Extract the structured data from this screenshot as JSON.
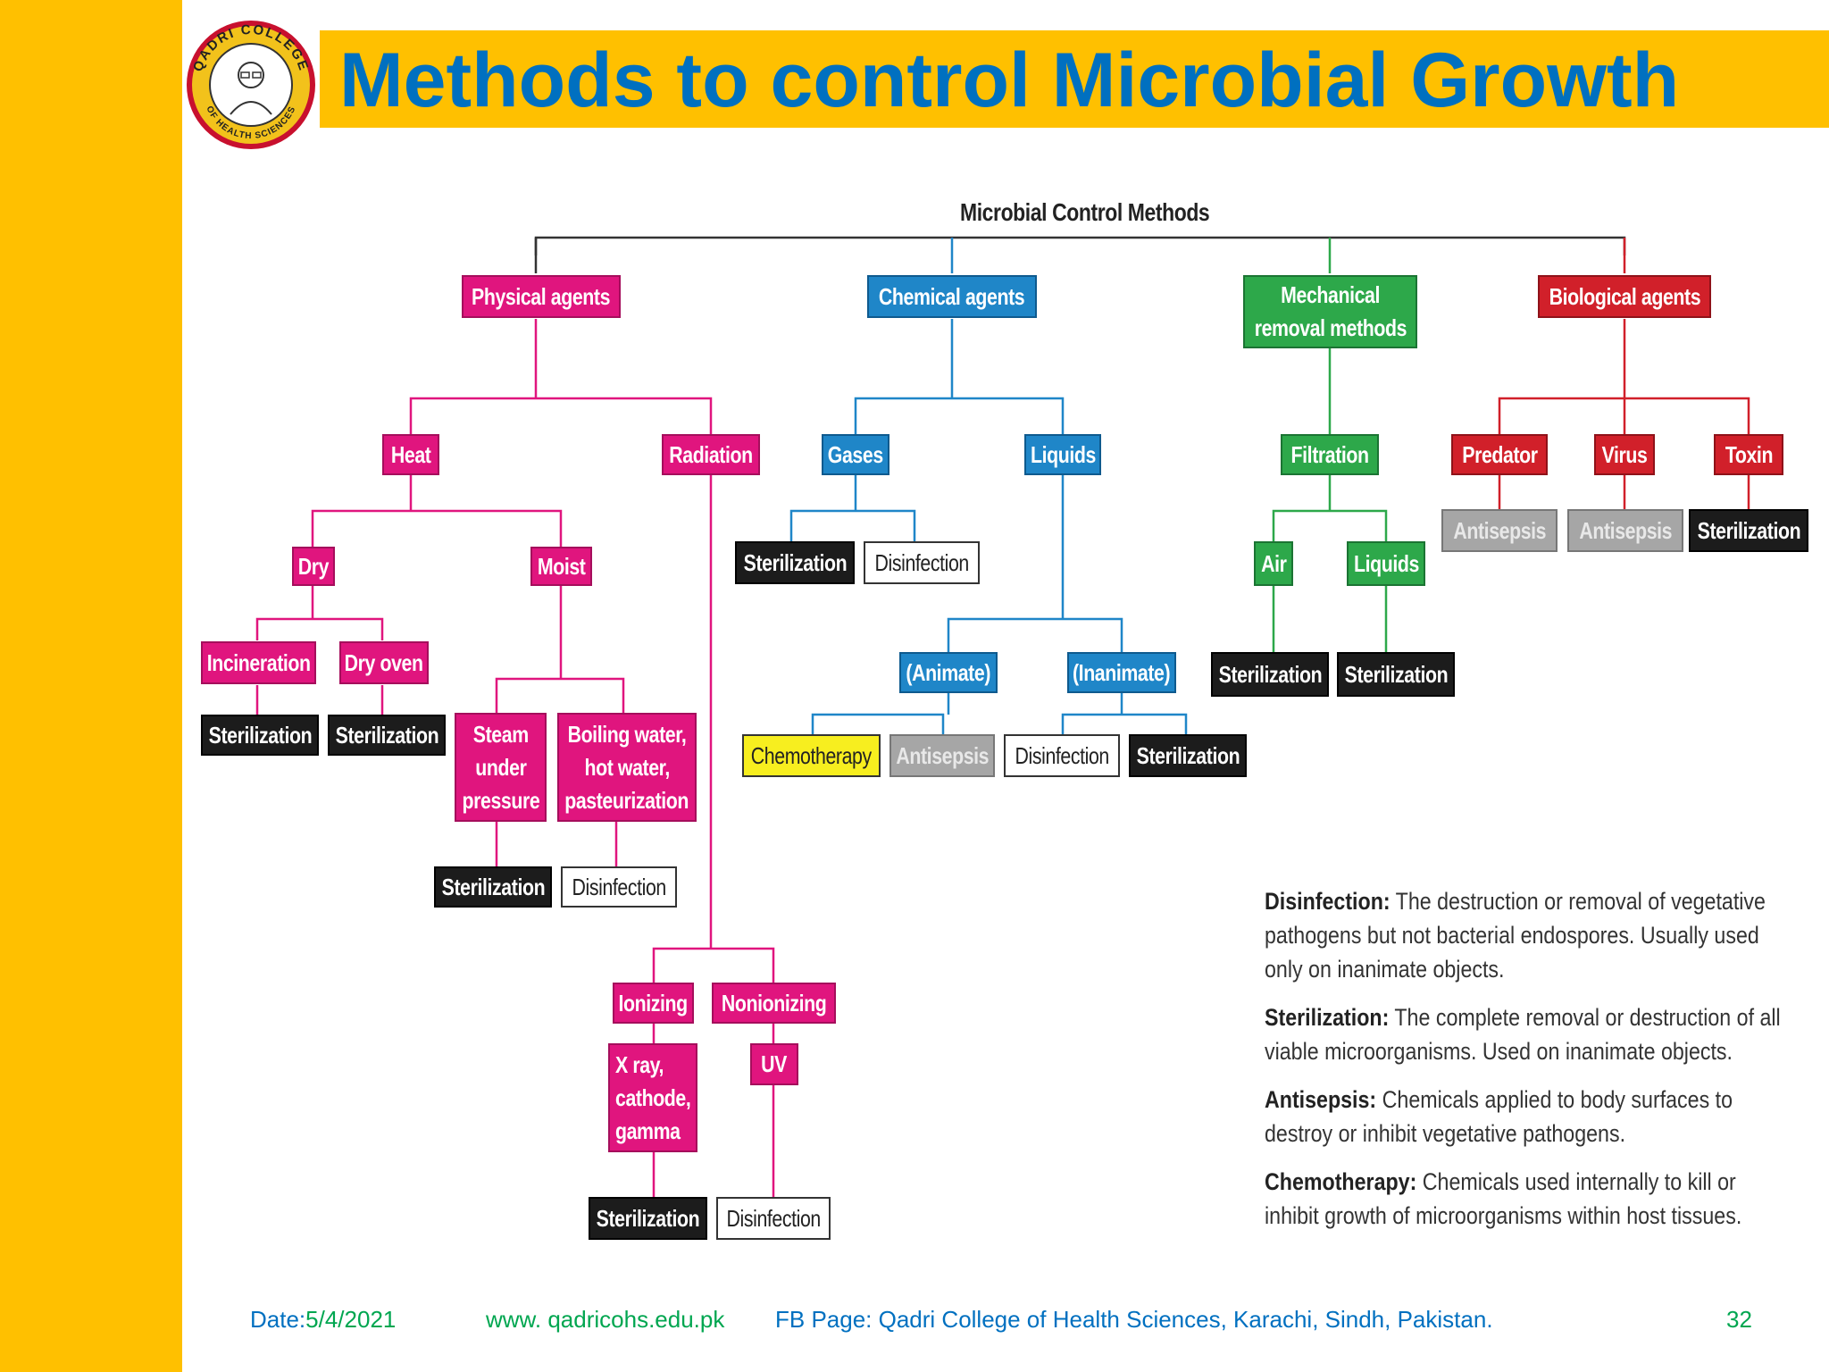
{
  "slide": {
    "title": "Methods to control Microbial Growth",
    "logo_text_top": "QADRI COLLEGE",
    "logo_text_bottom": "OF HEALTH SCIENCES",
    "page_number": "32"
  },
  "diagram": {
    "root": "Microbial Control Methods",
    "physical": "Physical agents",
    "chemical": "Chemical agents",
    "mechanical": [
      "Mechanical",
      "removal methods"
    ],
    "biological": "Biological agents",
    "heat": "Heat",
    "radiation": "Radiation",
    "dry": "Dry",
    "moist": "Moist",
    "incineration": "Incineration",
    "dry_oven": "Dry oven",
    "steam": [
      "Steam",
      "under",
      "pressure"
    ],
    "boiling": [
      "Boiling water,",
      "hot water,",
      "pasteurization"
    ],
    "ionizing": "Ionizing",
    "nonionizing": "Nonionizing",
    "xray": [
      "X ray,",
      "cathode,",
      "gamma"
    ],
    "uv": "UV",
    "gases": "Gases",
    "liquids": "Liquids",
    "animate": "(Animate)",
    "inanimate": "(Inanimate)",
    "filtration": "Filtration",
    "air": "Air",
    "filt_liquids": "Liquids",
    "predator": "Predator",
    "virus": "Virus",
    "toxin": "Toxin",
    "sterilization": "Sterilization",
    "disinfection": "Disinfection",
    "antisepsis": "Antisepsis",
    "chemotherapy": "Chemotherapy"
  },
  "definitions": [
    {
      "term": "Disinfection:",
      "text": "The destruction or removal of vegetative pathogens but not bacterial endospores. Usually used only on inanimate objects."
    },
    {
      "term": "Sterilization:",
      "text": "The complete removal or destruction of all viable microorganisms. Used on inanimate objects."
    },
    {
      "term": "Antisepsis:",
      "text": "Chemicals applied to body surfaces to destroy or inhibit vegetative pathogens."
    },
    {
      "term": "Chemotherapy:",
      "text": "Chemicals used internally to kill or inhibit growth of microorganisms within host tissues."
    }
  ],
  "footer": {
    "date_label": "Date:",
    "date_value": "5/4/2021",
    "website": "www. qadricohs.edu.pk",
    "fb_page": "FB Page: Qadri College of Health Sciences, Karachi, Sindh, Pakistan."
  },
  "colors": {
    "accent_yellow": "#FFC000",
    "title_blue": "#0070C0",
    "physical_pink": "#E0157E",
    "chemical_blue": "#1F86C8",
    "mechanical_green": "#2DA84A",
    "biological_red": "#D1202A"
  }
}
